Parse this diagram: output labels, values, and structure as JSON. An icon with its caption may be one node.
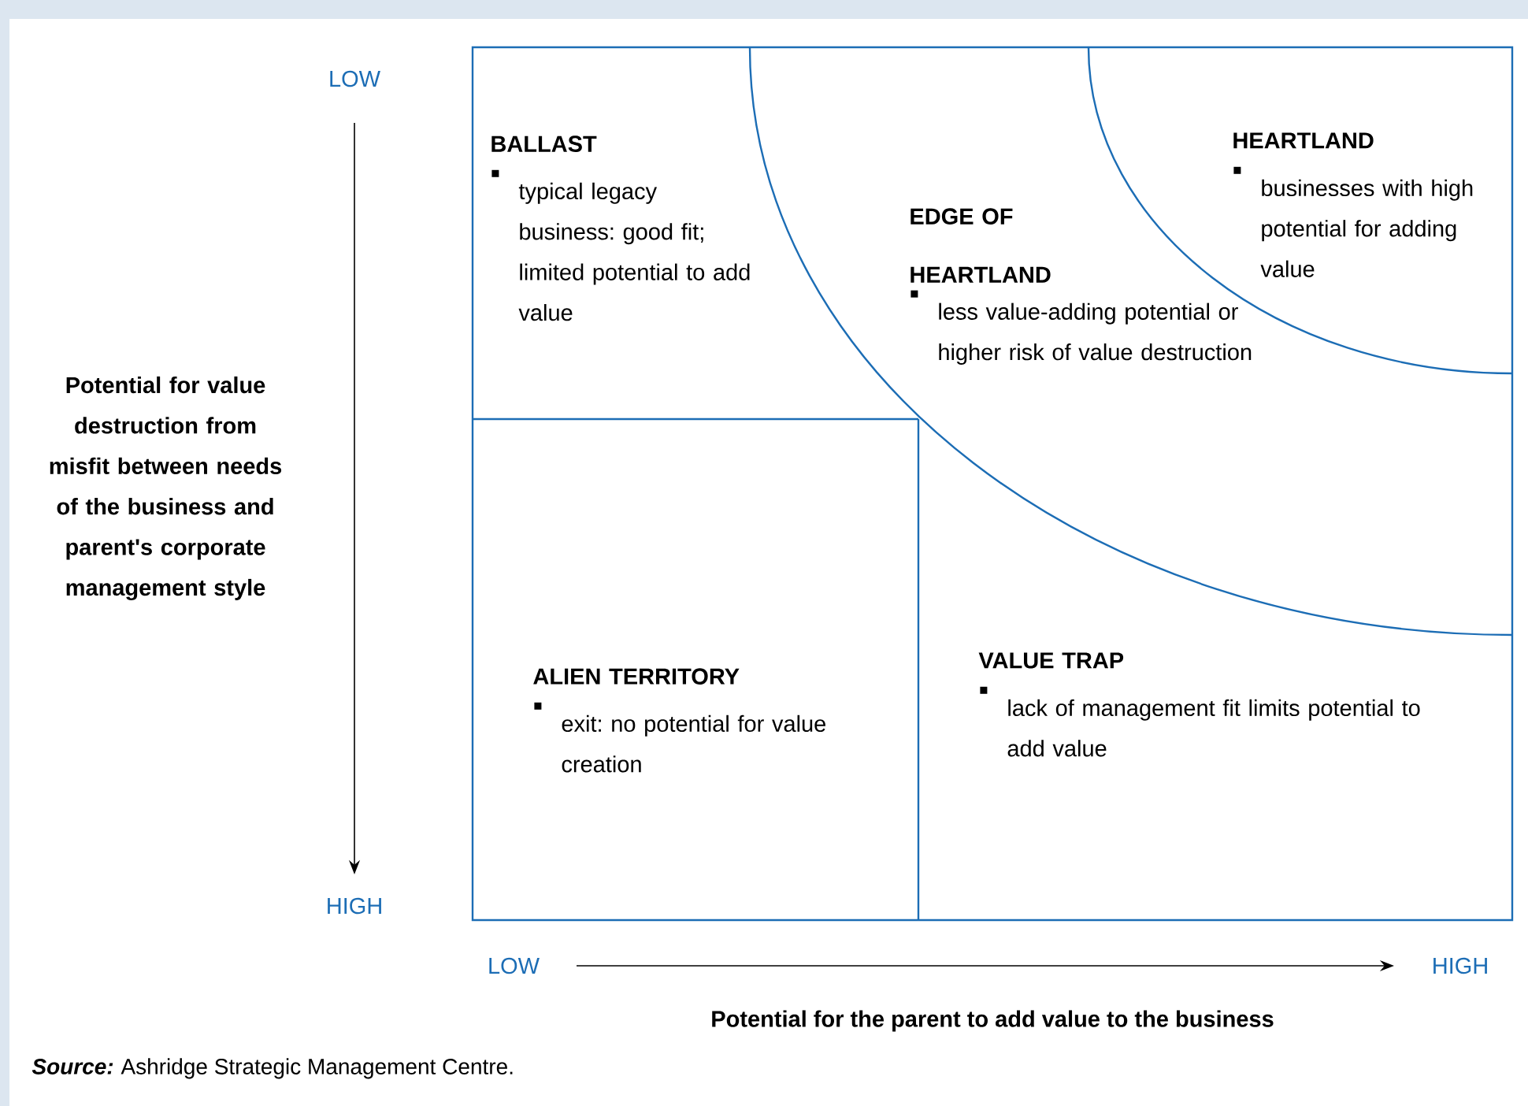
{
  "diagram": {
    "nodes": [
      {
        "text": [
          "BALLAST",
          "typical legacy business: good fit; limited potential to add value"
        ]
      },
      {
        "text": [
          "EDGE OF HEARTLAND",
          "less value-adding potential or higher risk of value destruction"
        ]
      },
      {
        "text": [
          "HEARTLAND",
          "businesses with high potential for adding value"
        ]
      },
      {
        "text": [
          "ALIEN TERRITORY",
          "exit: no potential for value creation"
        ]
      },
      {
        "text": [
          "VALUE TRAP",
          "lack of management fit limits potential to add value"
        ]
      }
    ],
    "labels": [
      "LOW",
      "Potential for value destruction from misfit between needs of the business and parent's corporate management style",
      "HIGH",
      "LOW",
      "HIGH",
      "Potential for the parent to add value to the business",
      "Source:",
      "Ashridge Strategic Management Centre."
    ]
  }
}
